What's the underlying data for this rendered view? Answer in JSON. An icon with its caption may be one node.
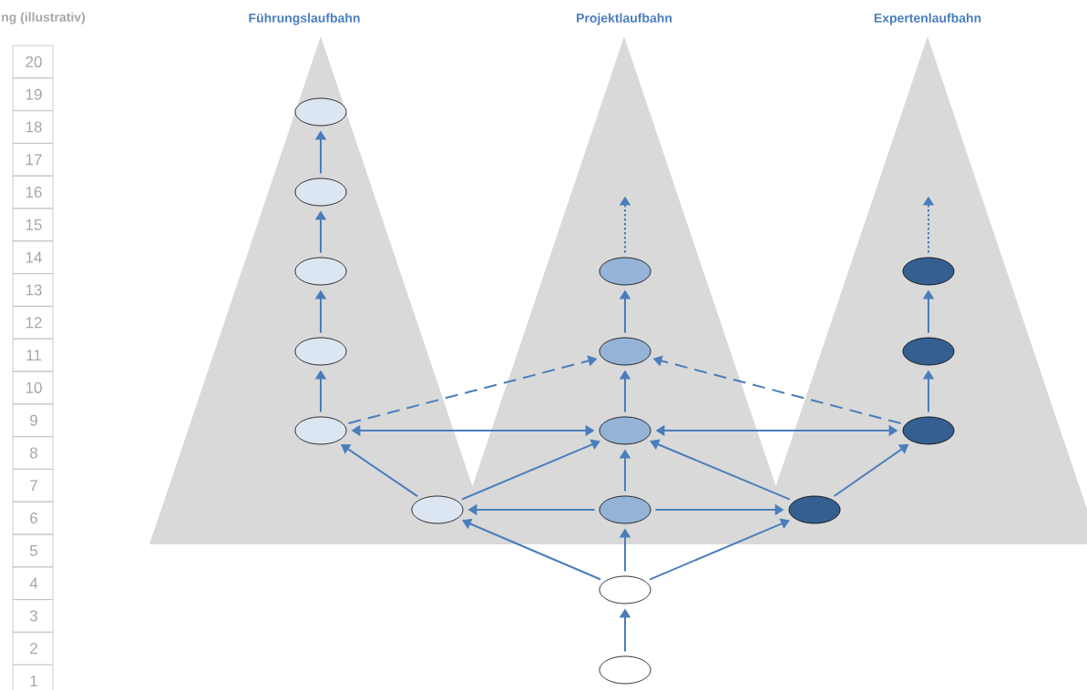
{
  "diagram": {
    "nodes": [
      {
        "text": [
          "Führungslaufbahn"
        ]
      },
      {
        "text": [
          "Projektlaufbahn"
        ]
      },
      {
        "text": [
          "Expertenlaufbahn"
        ]
      },
      {
        "text": [],
        "shape": "ellipse",
        "in": 0
      },
      {
        "text": [],
        "shape": "ellipse",
        "in": 0
      },
      {
        "text": [],
        "shape": "ellipse",
        "in": 0
      },
      {
        "text": [],
        "shape": "ellipse",
        "in": 1
      },
      {
        "text": [],
        "shape": "ellipse",
        "in": 2
      },
      {
        "text": [],
        "shape": "ellipse",
        "in": 0
      },
      {
        "text": [],
        "shape": "ellipse",
        "in": 1
      },
      {
        "text": [],
        "shape": "ellipse",
        "in": 2
      },
      {
        "text": [],
        "shape": "ellipse",
        "in": 0
      },
      {
        "text": [],
        "shape": "ellipse",
        "in": 1
      },
      {
        "text": [],
        "shape": "ellipse",
        "in": 2
      },
      {
        "text": [],
        "shape": "ellipse",
        "in": 0
      },
      {
        "text": [],
        "shape": "ellipse",
        "in": 1
      },
      {
        "text": [],
        "shape": "ellipse",
        "in": 2
      },
      {
        "text": [],
        "shape": "ellipse"
      },
      {
        "text": [],
        "shape": "ellipse"
      }
    ],
    "edges": [
      {
        "from": 18,
        "to": 17,
        "arrow": "to"
      },
      {
        "from": 17,
        "to": 14,
        "arrow": "to"
      },
      {
        "from": 17,
        "to": 15,
        "arrow": "to"
      },
      {
        "from": 17,
        "to": 16,
        "arrow": "to"
      },
      {
        "from": 15,
        "to": 14,
        "arrow": "to"
      },
      {
        "from": 15,
        "to": 16,
        "arrow": "to"
      },
      {
        "from": 15,
        "to": 12,
        "arrow": "to"
      },
      {
        "from": 14,
        "to": 11,
        "arrow": "to"
      },
      {
        "from": 14,
        "to": 12,
        "arrow": "to"
      },
      {
        "from": 16,
        "to": 12,
        "arrow": "to"
      },
      {
        "from": 16,
        "to": 13,
        "arrow": "to"
      },
      {
        "from": 11,
        "to": 12,
        "arrow": "both"
      },
      {
        "from": 12,
        "to": 13,
        "arrow": "both"
      },
      {
        "from": 11,
        "to": 9,
        "arrow": "to",
        "style": "dashed"
      },
      {
        "from": 13,
        "to": 9,
        "arrow": "to",
        "style": "dashed"
      },
      {
        "from": 11,
        "to": 8,
        "arrow": "to"
      },
      {
        "from": 8,
        "to": 5,
        "arrow": "to"
      },
      {
        "from": 5,
        "to": 4,
        "arrow": "to"
      },
      {
        "from": 4,
        "to": 3,
        "arrow": "to"
      },
      {
        "from": 12,
        "to": 9,
        "arrow": "to"
      },
      {
        "from": 9,
        "to": 6,
        "arrow": "to"
      },
      {
        "from": 13,
        "to": 10,
        "arrow": "to"
      },
      {
        "from": 10,
        "to": 7,
        "arrow": "to"
      },
      {
        "from": 6,
        "to": null,
        "arrow": "to",
        "style": "dashed"
      },
      {
        "from": 7,
        "to": null,
        "arrow": "to",
        "style": "dashed"
      }
    ],
    "labels": [
      "ng (illustrativ)",
      "20",
      "19",
      "18",
      "17",
      "16",
      "15",
      "14",
      "13",
      "12",
      "11",
      "10",
      "9",
      "8",
      "7",
      "6",
      "5",
      "4",
      "3",
      "2",
      "1"
    ]
  }
}
